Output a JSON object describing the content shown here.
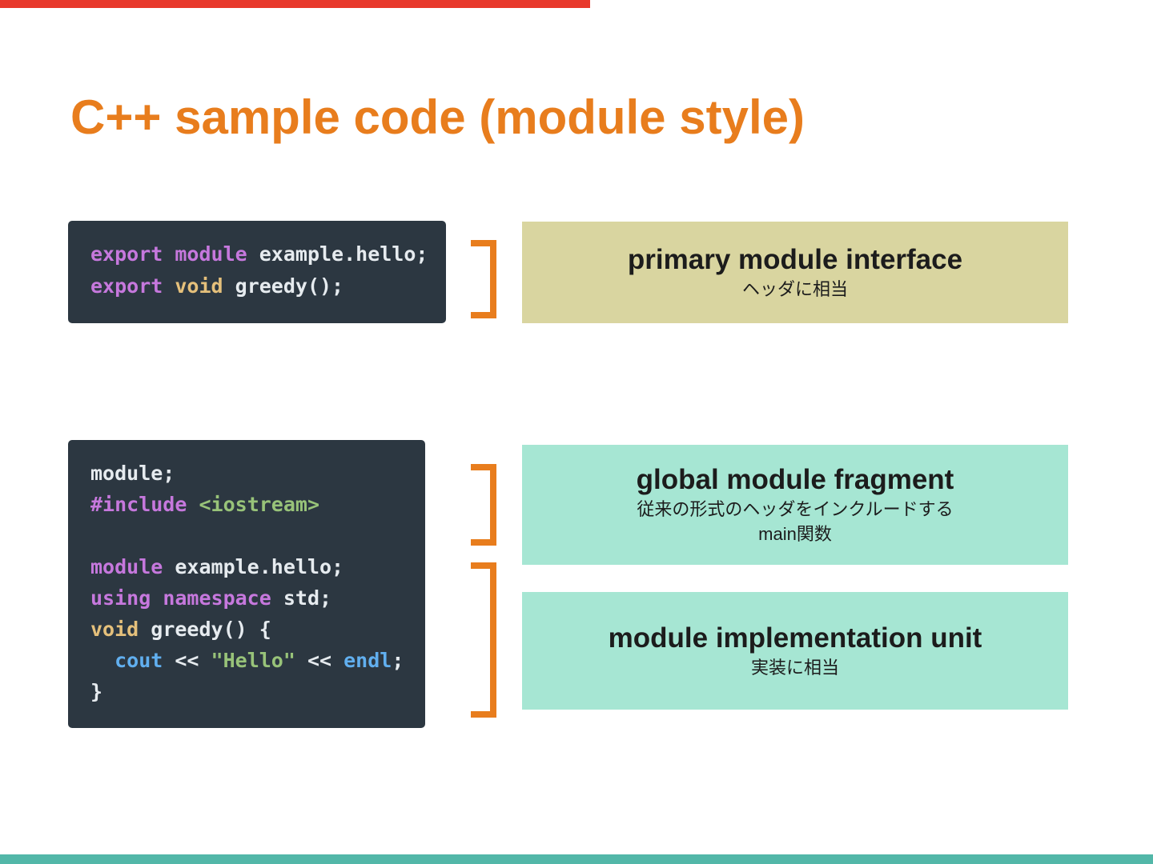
{
  "page": {
    "background_color": "#ffffff",
    "top_bar_color": "#e8392c",
    "bottom_bar_color": "#52b7a8"
  },
  "title": {
    "text": "C++ sample code (module style)",
    "color": "#e87d1d"
  },
  "accent": {
    "bracket_color": "#e87d1d"
  },
  "code_theme": {
    "background": "#2c3741",
    "colors": {
      "kw": "#c678dd",
      "type": "#e5c07b",
      "str": "#98c379",
      "fn": "#61afef",
      "plain": "#e6ebef"
    }
  },
  "code_block_interface": {
    "lines": [
      [
        [
          "kw",
          "export"
        ],
        [
          "plain",
          " "
        ],
        [
          "kw",
          "module"
        ],
        [
          "plain",
          " example.hello;"
        ]
      ],
      [
        [
          "kw",
          "export"
        ],
        [
          "plain",
          " "
        ],
        [
          "type",
          "void"
        ],
        [
          "plain",
          " greedy();"
        ]
      ]
    ]
  },
  "code_block_implementation": {
    "lines": [
      [
        [
          "plain",
          "module;"
        ]
      ],
      [
        [
          "kw",
          "#include"
        ],
        [
          "plain",
          " "
        ],
        [
          "str",
          "<iostream>"
        ]
      ],
      [],
      [
        [
          "kw",
          "module"
        ],
        [
          "plain",
          " example.hello;"
        ]
      ],
      [
        [
          "kw",
          "using"
        ],
        [
          "plain",
          " "
        ],
        [
          "kw",
          "namespace"
        ],
        [
          "plain",
          " std;"
        ]
      ],
      [
        [
          "type",
          "void"
        ],
        [
          "plain",
          " greedy() {"
        ]
      ],
      [
        [
          "plain",
          "  "
        ],
        [
          "fn",
          "cout"
        ],
        [
          "plain",
          " << "
        ],
        [
          "str",
          "\"Hello\""
        ],
        [
          "plain",
          " << "
        ],
        [
          "fn",
          "endl"
        ],
        [
          "plain",
          ";"
        ]
      ],
      [
        [
          "plain",
          "}"
        ]
      ]
    ]
  },
  "labels": {
    "primary_interface": {
      "background": "#d9d5a0",
      "title": "primary module interface",
      "subtitle": "ヘッダに相当"
    },
    "global_fragment": {
      "background": "#a6e6d3",
      "title": "global module fragment",
      "subtitle_line1": "従来の形式のヘッダをインクルードする",
      "subtitle_line2": "main関数"
    },
    "implementation_unit": {
      "background": "#a6e6d3",
      "title": "module implementation unit",
      "subtitle": "実装に相当"
    }
  }
}
